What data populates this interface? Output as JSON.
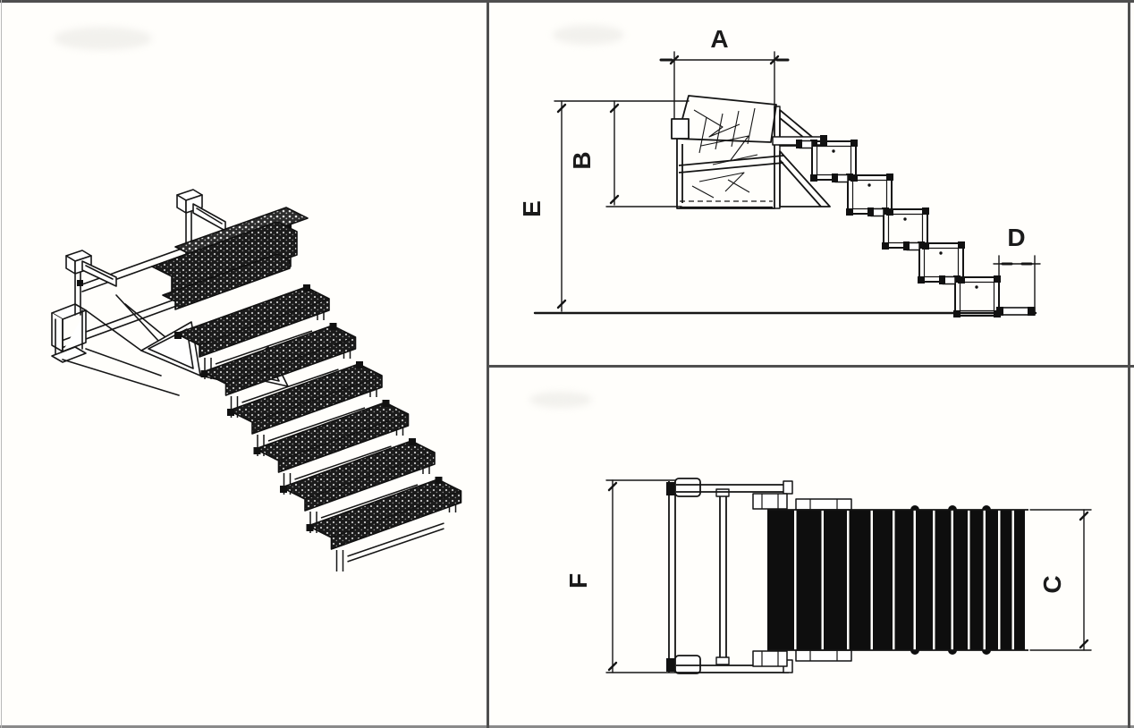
{
  "document": {
    "type": "technical dimension drawing",
    "subject": "folding steps"
  },
  "views": {
    "isometric": {
      "name": "isometric view of folding steps",
      "tread_count": 6,
      "has_platform": true
    },
    "side": {
      "name": "side view with dimensions",
      "labels": {
        "a": "A",
        "b": "B",
        "e": "E",
        "d": "D"
      },
      "zigzag_step_count": 5
    },
    "top": {
      "name": "top view with dimensions",
      "labels": {
        "f": "F",
        "c": "C"
      },
      "tread_bar_widths": [
        30,
        28,
        26,
        24,
        22,
        21,
        19,
        18,
        16,
        15,
        14,
        13,
        12
      ],
      "bump_positions": [
        477,
        519,
        557
      ]
    }
  },
  "dimension_labels": [
    "A",
    "B",
    "C",
    "D",
    "E",
    "F"
  ],
  "colors": {
    "line": "#161616",
    "panel_border": "#4f4f4f",
    "background": "#fffefb",
    "tread_fill": "#0e0e0e"
  }
}
